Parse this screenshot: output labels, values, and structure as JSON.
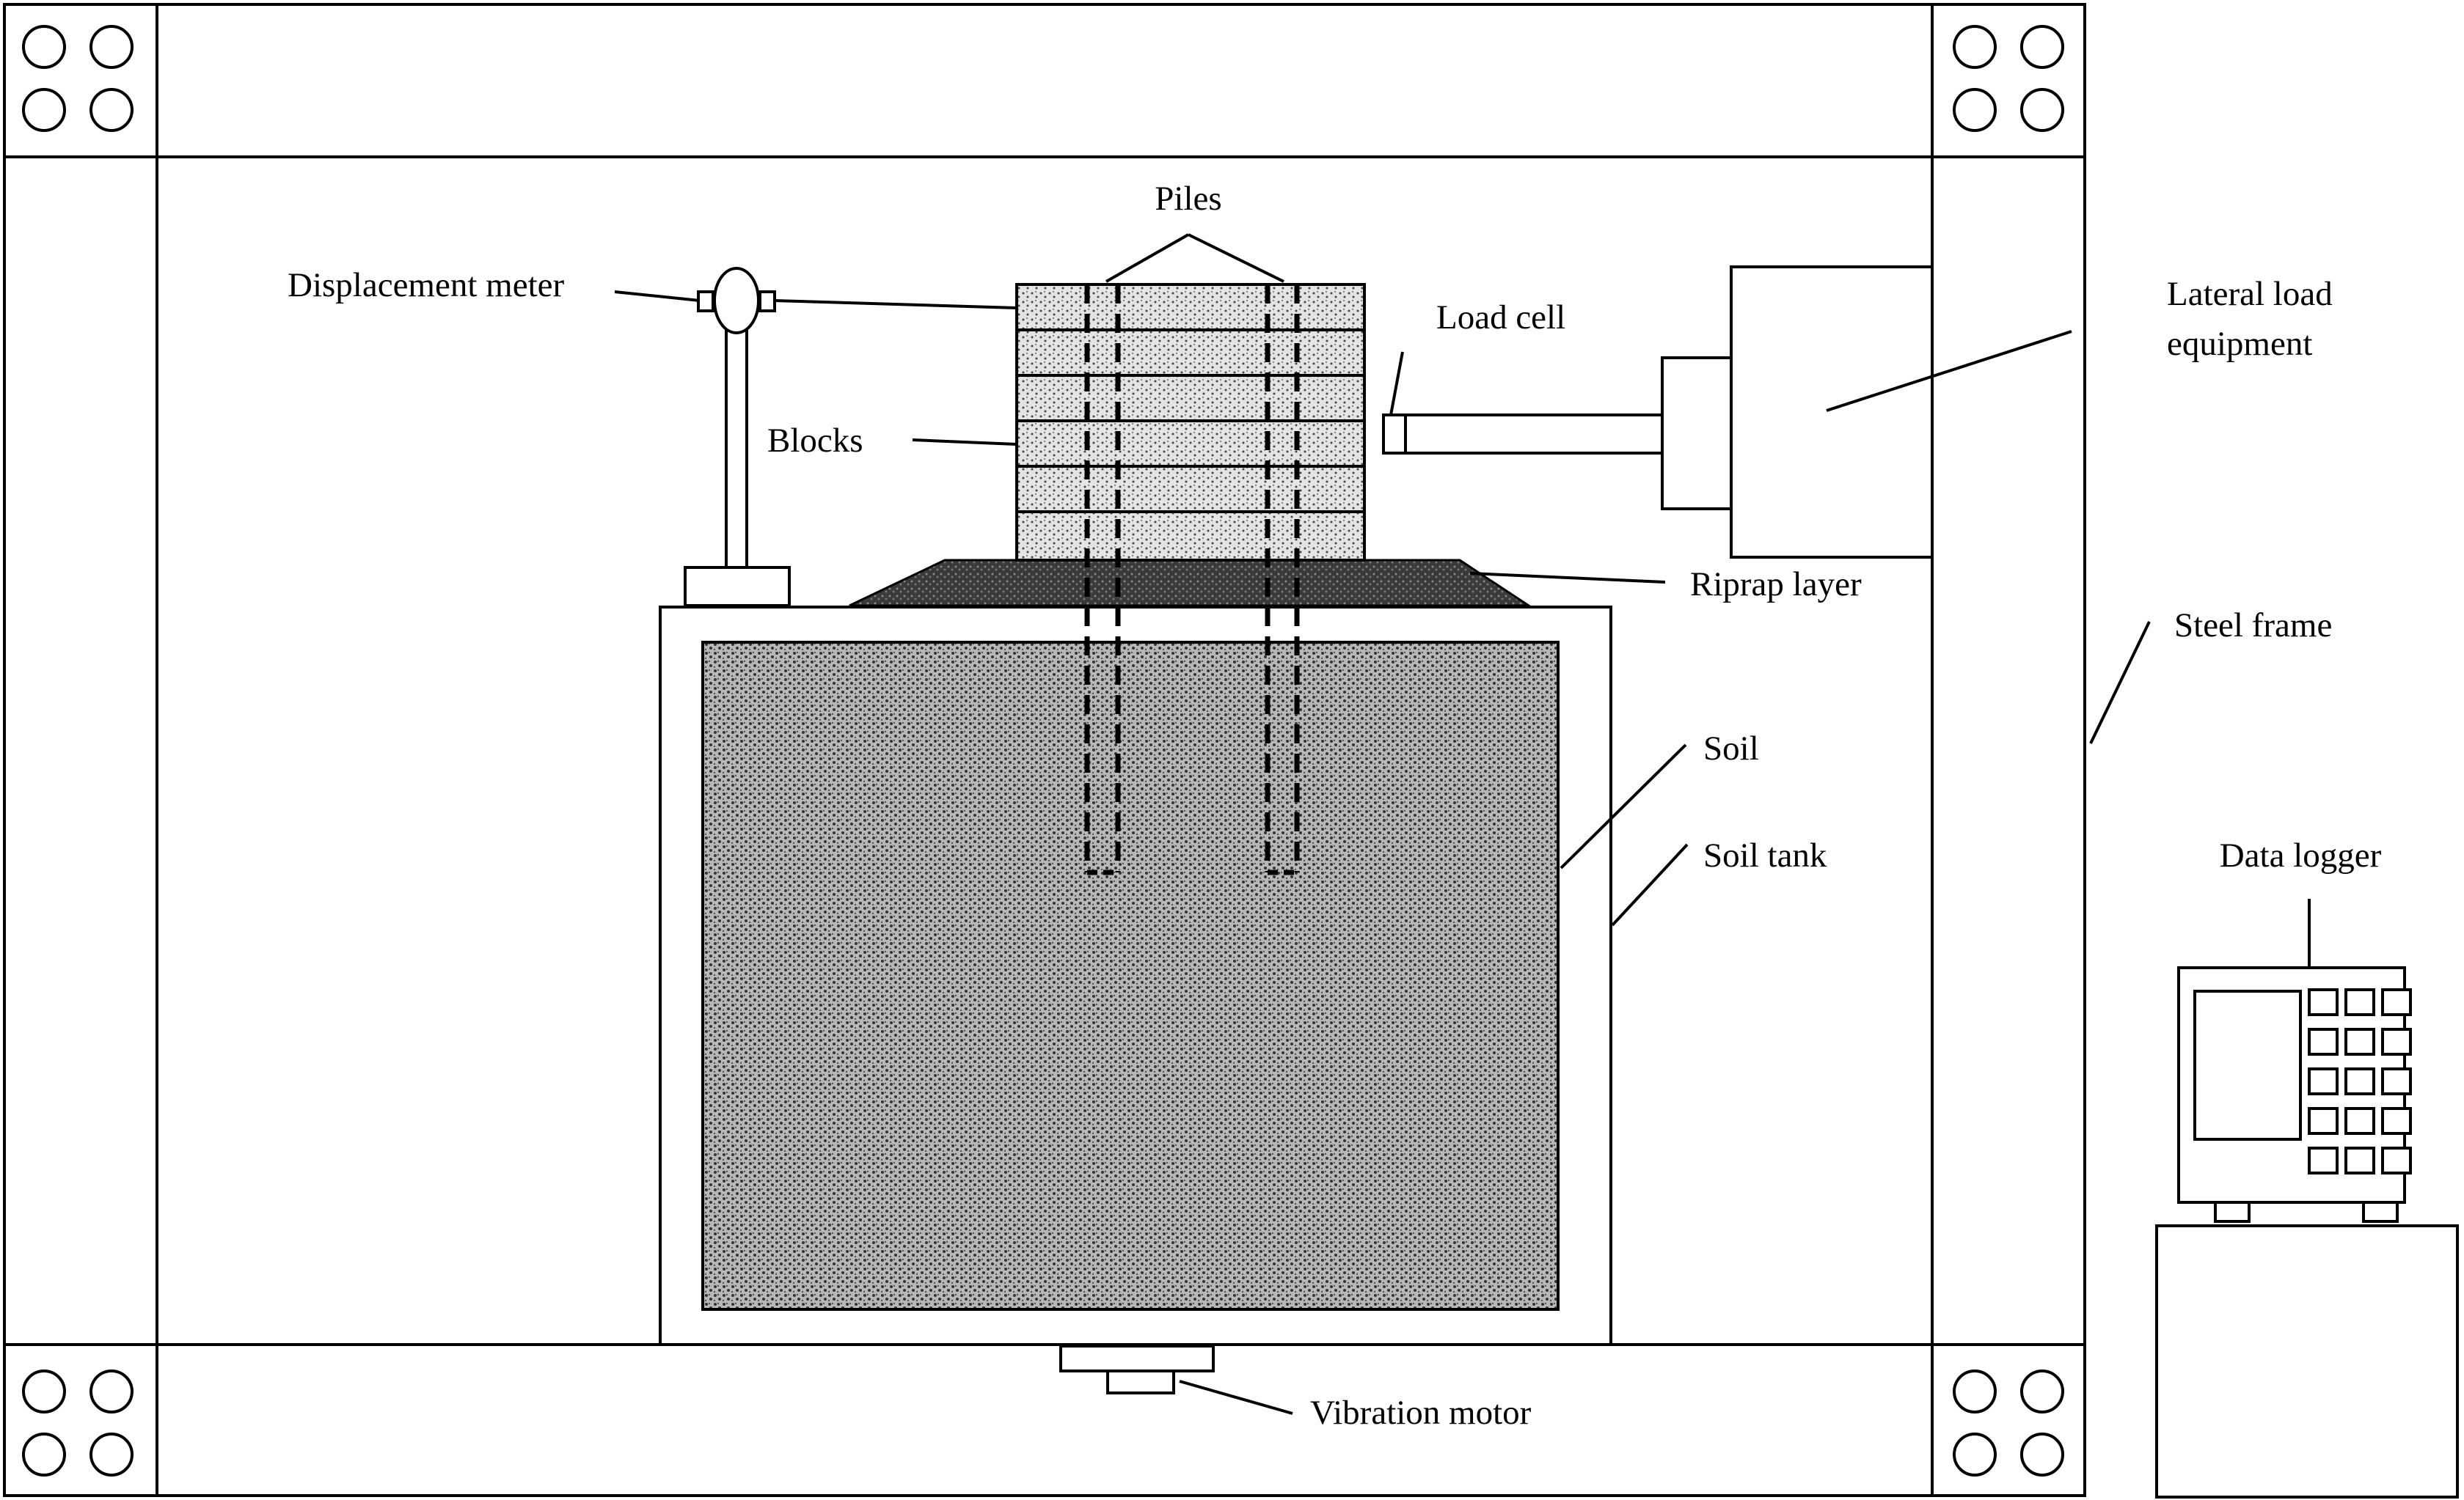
{
  "labels": {
    "piles": "Piles",
    "displacement_meter": "Displacement meter",
    "load_cell": "Load cell",
    "lateral_load_equipment_line1": "Lateral load",
    "lateral_load_equipment_line2": "equipment",
    "blocks": "Blocks",
    "riprap_layer": "Riprap layer",
    "steel_frame": "Steel frame",
    "soil": "Soil",
    "soil_tank": "Soil tank",
    "data_logger": "Data logger",
    "vibration_motor": "Vibration motor"
  },
  "colors": {
    "line": "#000000",
    "background": "#ffffff",
    "soil_fill": "#9a9a9a",
    "block_fill": "#cfcfcf",
    "riprap_fill": "#4a4a4a"
  }
}
